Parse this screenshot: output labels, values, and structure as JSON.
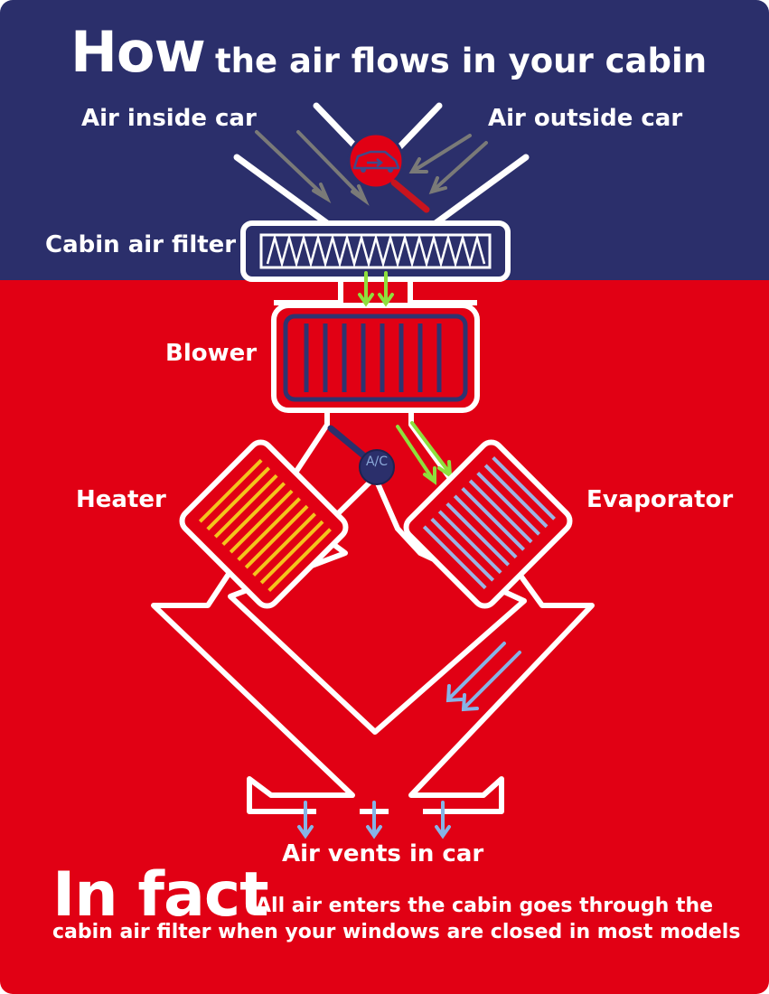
{
  "title": {
    "big": "How",
    "rest": "the air flows in your cabin"
  },
  "labels": {
    "air_inside": "Air inside  car",
    "air_outside": "Air outside  car",
    "cabin_filter": "Cabin air filter",
    "blower": "Blower",
    "heater": "Heater",
    "evaporator": "Evaporator",
    "ac": "A/C",
    "vents": "Air vents in car"
  },
  "fact": {
    "big": "In fact",
    "line1": "All air enters the cabin goes through the",
    "line2": "cabin air filter when your windows are closed in most models"
  },
  "colors": {
    "navy": "#2b2f6b",
    "red": "#e10014",
    "white": "#ffffff",
    "gray_arrow": "#7a7a78",
    "green_arrow": "#8ee03c",
    "blue_arrow": "#86b4e6",
    "heater_coil": "#f4c41c",
    "evaporator_coil": "#9ab4e4",
    "blower_line": "#2e3470",
    "ac_knob": "#2b2f6b"
  },
  "icons": {
    "recirc": "car-recirculation-icon",
    "filter": "pleated-filter-icon"
  }
}
